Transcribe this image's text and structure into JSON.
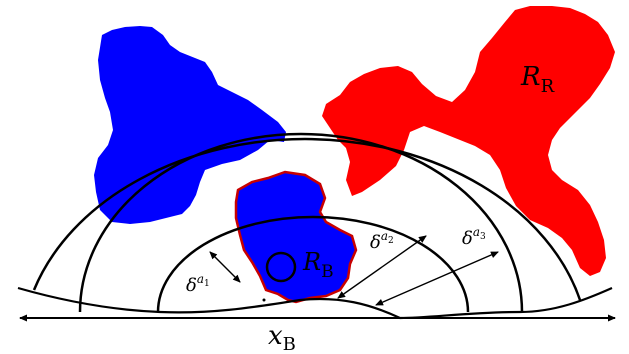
{
  "colors": {
    "blue_region": "#0000ff",
    "red_region": "#ff0000",
    "outline": "#000000",
    "inner_outline": "#c80000",
    "background": "#ffffff"
  },
  "labels": {
    "red_region": {
      "main": "R",
      "sub": "R"
    },
    "blue_region": {
      "main": "R",
      "sub": "B"
    },
    "axis": {
      "main": "x",
      "sub": "B"
    },
    "delta_1": {
      "main": "δ",
      "sup": "a",
      "subsup": "1"
    },
    "delta_2": {
      "main": "δ",
      "sup": "a",
      "subsup": "2"
    },
    "delta_3": {
      "main": "δ",
      "sup": "a",
      "subsup": "3"
    }
  }
}
